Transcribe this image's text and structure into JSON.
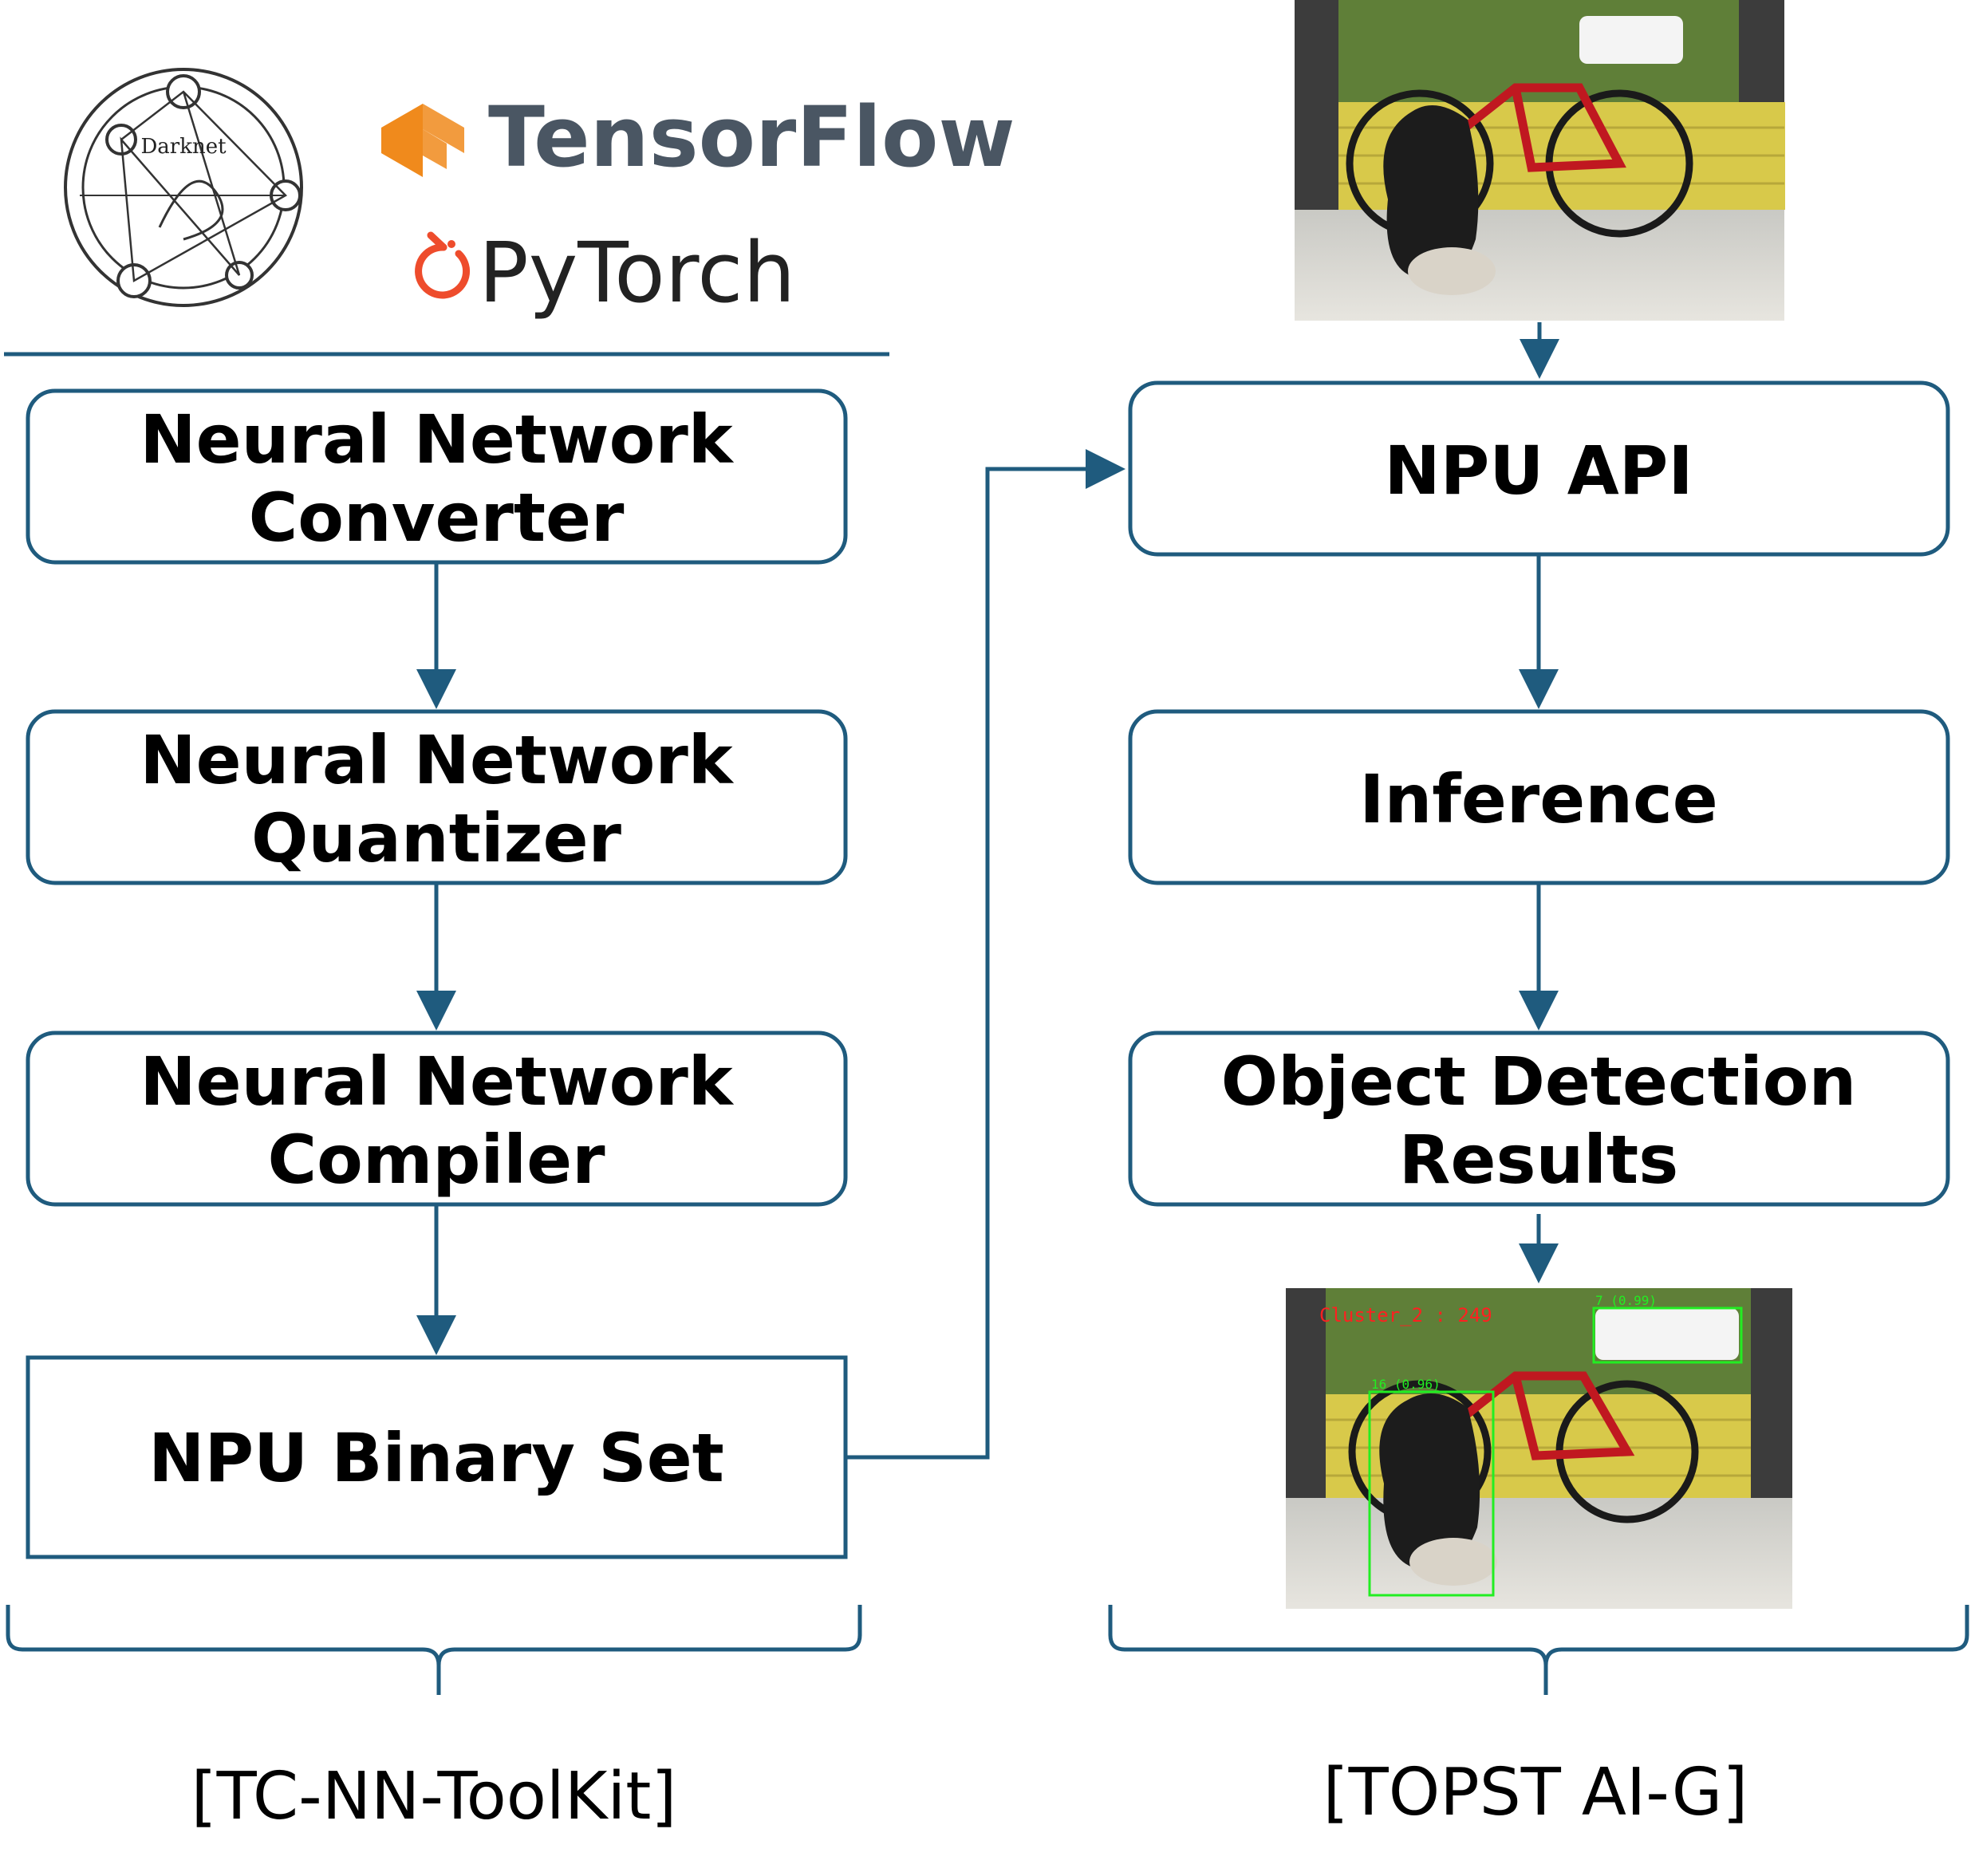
{
  "logos": {
    "darknet": "Darknet",
    "tensorflow": "TensorFlow",
    "pytorch": "PyTorch"
  },
  "toolkit": {
    "steps": [
      {
        "line1": "Neural Network",
        "line2": "Converter"
      },
      {
        "line1": "Neural Network",
        "line2": "Quantizer"
      },
      {
        "line1": "Neural Network",
        "line2": "Compiler"
      }
    ],
    "binary_set": "NPU Binary Set",
    "caption": "[TC-NN-ToolKit]"
  },
  "device": {
    "api": "NPU API",
    "inference": "Inference",
    "results": {
      "line1": "Object Detection",
      "line2": "Results"
    },
    "caption": "[TOPST AI-G]",
    "detections": [
      {
        "label": "Cluster_2 : 249",
        "color": "#ff2020"
      },
      {
        "label": "7 (0.99)",
        "color": "#22ee22"
      },
      {
        "label": "16 (0.96)",
        "color": "#22ee22"
      }
    ]
  },
  "colors": {
    "accent": "#1f5b7e",
    "tensorflow_orange": "#f08a1c",
    "tensorflow_text": "#4a5663",
    "pytorch_red": "#ee4c2c"
  }
}
